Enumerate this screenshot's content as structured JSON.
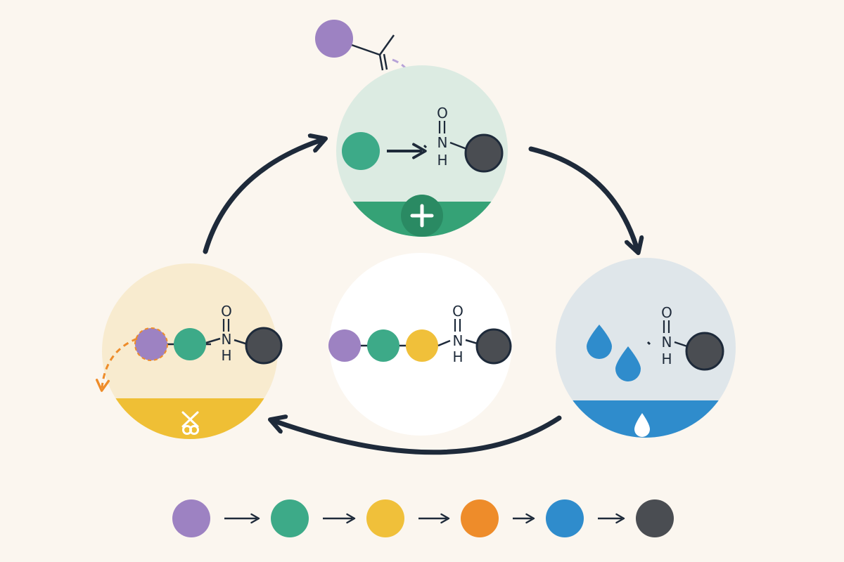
{
  "atoms": {
    "oxygen": "O",
    "nitrogen": "N",
    "hydrogen": "H"
  },
  "colors": {
    "background": "#fbf6ef",
    "arrow": "#1e2a3a",
    "purple": "#9d82c2",
    "green": "#3daa88",
    "yellow": "#f0c03a",
    "orange": "#ee8c2a",
    "blue": "#2f8ccc",
    "dark": "#4a4d52",
    "coupling_bg": "#dcebe2",
    "coupling_band": "#35a276",
    "deprotection_bg": "#f8ebcf",
    "deprotection_band": "#efbf35",
    "wash_bg": "#dfe6ea",
    "wash_band": "#2f8ccc",
    "product_bg": "#ffffff"
  },
  "stations": [
    {
      "id": "coupling",
      "icon": "plus-icon"
    },
    {
      "id": "wash",
      "icon": "water-drop-icon"
    },
    {
      "id": "deprotection",
      "icon": "scissors-icon"
    },
    {
      "id": "product",
      "icon": "none"
    }
  ],
  "legend_sequence": [
    "purple",
    "green",
    "yellow",
    "orange",
    "blue",
    "dark"
  ]
}
